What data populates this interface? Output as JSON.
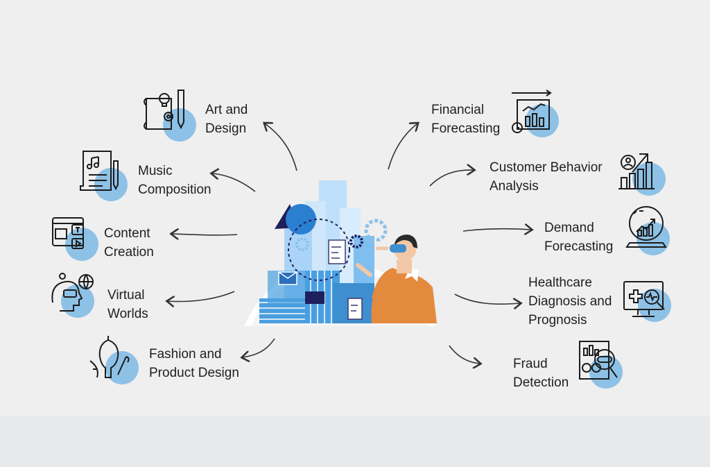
{
  "left_items": [
    {
      "line1": "Art and",
      "line2": "Design",
      "icon": "art-design-icon"
    },
    {
      "line1": "Music",
      "line2": "Composition",
      "icon": "music-sheet-icon"
    },
    {
      "line1": "Content",
      "line2": "Creation",
      "icon": "content-media-icon"
    },
    {
      "line1": "Virtual",
      "line2": "Worlds",
      "icon": "vr-head-icon"
    },
    {
      "line1": "Fashion and",
      "line2": "Product Design",
      "icon": "mannequin-icon"
    }
  ],
  "right_items": [
    {
      "line1": "Financial",
      "line2": "Forecasting",
      "icon": "financial-chart-icon"
    },
    {
      "line1": "Customer Behavior",
      "line2": "Analysis",
      "icon": "customer-growth-icon"
    },
    {
      "line1": "Demand",
      "line2": "Forecasting",
      "icon": "crystal-ball-chart-icon"
    },
    {
      "line1": "Healthcare",
      "line2": "Diagnosis and",
      "line3": "Prognosis",
      "icon": "medical-monitor-icon"
    },
    {
      "line1": "Fraud",
      "line2": "Detection",
      "icon": "fraud-magnifier-icon"
    }
  ],
  "colors": {
    "accent_circle": "#8ec1e6",
    "icon_stroke": "#1b1b1b",
    "building_blue": "#4a9fe0",
    "shirt_orange": "#e48a3e",
    "navy": "#1f1f5e"
  },
  "center_illustration": "person-with-vr-headset-and-city-icon"
}
